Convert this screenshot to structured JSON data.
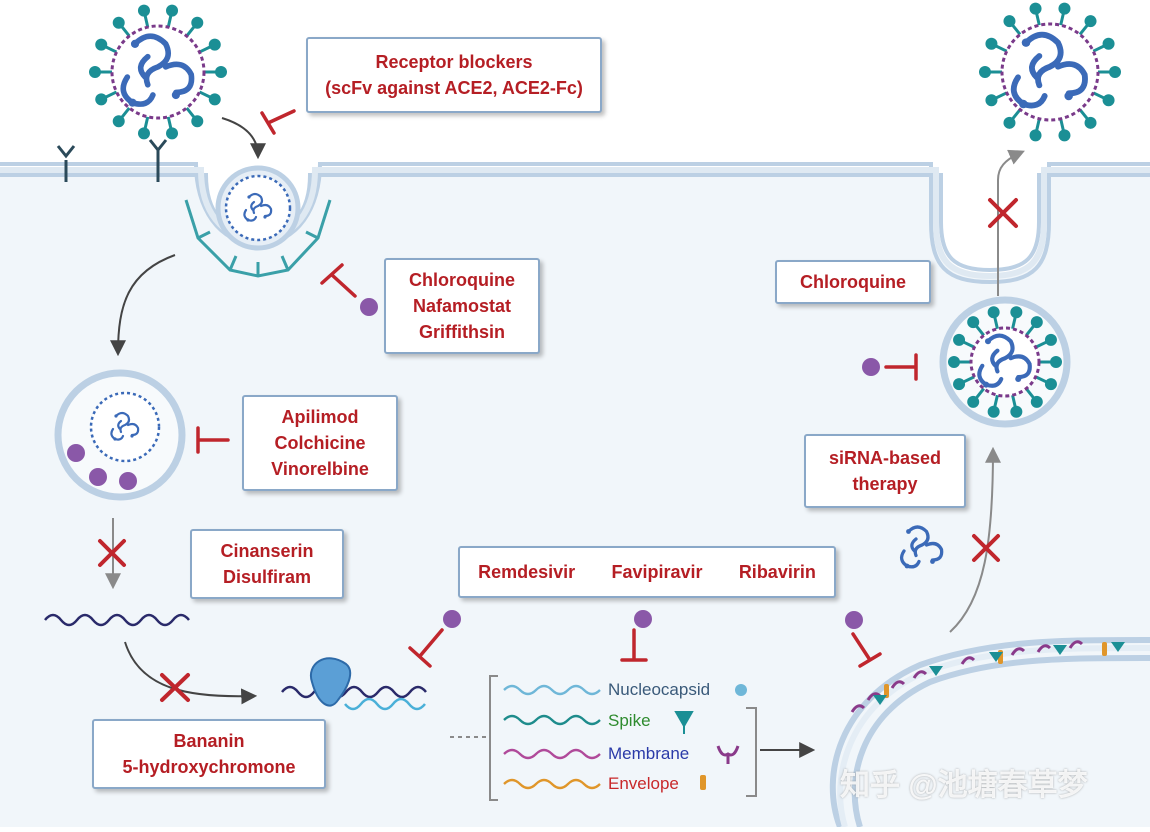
{
  "labels": {
    "receptor_blockers": [
      "Receptor blockers",
      "(scFv against ACE2, ACE2-Fc)"
    ],
    "endocytosis_inhibitors": [
      "Chloroquine",
      "Nafamostat",
      "Griffithsin"
    ],
    "endosome_inhibitors": [
      "Apilimod",
      "Colchicine",
      "Vinorelbine"
    ],
    "uncoating_inhibitors": [
      "Cinanserin",
      "Disulfiram"
    ],
    "translation_inhibitors": [
      "Bananin",
      "5-hydroxychromone"
    ],
    "polymerase_inhibitors": [
      "Remdesivir",
      "Favipiravir",
      "Ribavirin"
    ],
    "release_inhibitor": "Chloroquine",
    "sirna": [
      "siRNA-based",
      "therapy"
    ]
  },
  "legend": [
    {
      "name": "Nucleocapsid",
      "color": "#6fb7d8",
      "text_color": "#3a5a7a",
      "icon": "nucleocapsid-dot-icon"
    },
    {
      "name": "Spike",
      "color": "#1e8c8c",
      "text_color": "#2e8b2e",
      "icon": "spike-protein-icon"
    },
    {
      "name": "Membrane",
      "color": "#b04a9a",
      "text_color": "#2a3aa8",
      "icon": "membrane-protein-icon"
    },
    {
      "name": "Envelope",
      "color": "#e0962a",
      "text_color": "#c8282a",
      "icon": "envelope-protein-icon"
    }
  ],
  "watermark": "知乎 @池塘春草梦",
  "colors": {
    "inhibitor": "#c0262d",
    "cell_fill": "#f1f6fa",
    "membrane": "#bcd0e4",
    "drug": "#8a58a8",
    "arrow": "#444444",
    "virus_spike": "#1b8f95",
    "virus_core": "#3b6ab8"
  }
}
